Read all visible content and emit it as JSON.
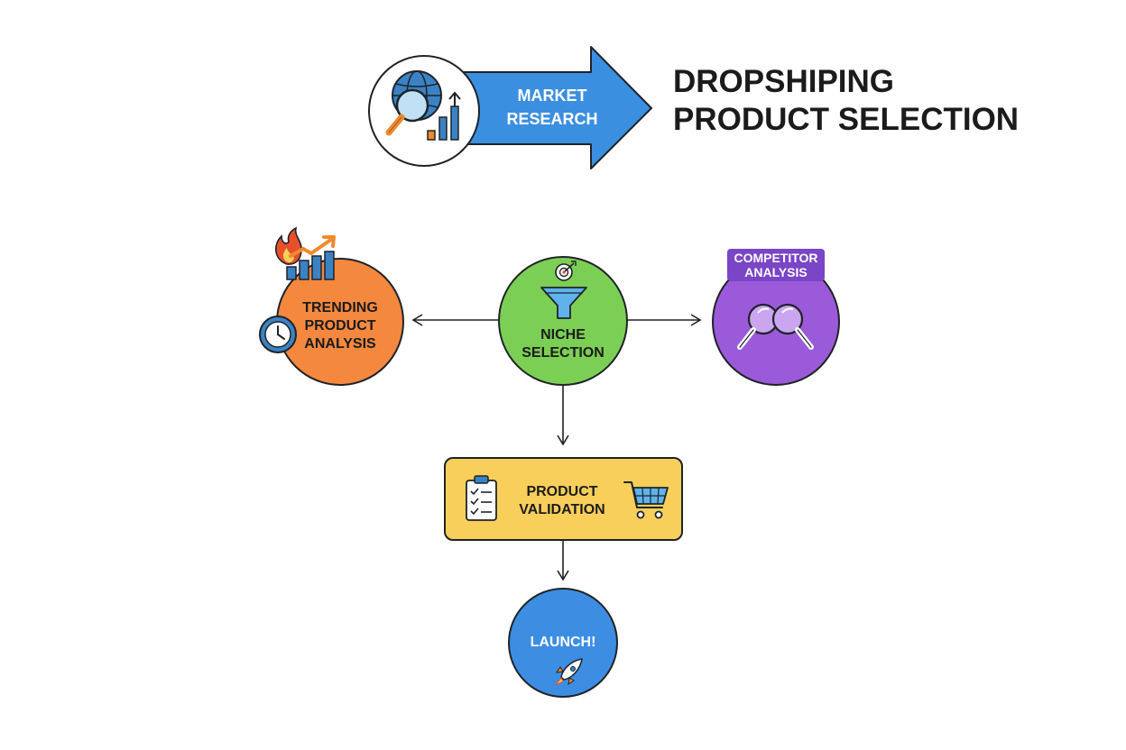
{
  "title": {
    "line1": "DROPSHIPING",
    "line2": "PRODUCT SELECTION"
  },
  "nodes": {
    "market_research": {
      "line1": "MARKET",
      "line2": "RESEARCH",
      "color": "#3b8fe0"
    },
    "trending": {
      "line1": "TRENDING",
      "line2": "PRODUCT",
      "line3": "ANALYSIS",
      "color": "#f5883f"
    },
    "niche": {
      "line1": "NICHE",
      "line2": "SELECTION",
      "color": "#7ccf55"
    },
    "competitor": {
      "line1": "COMPETITOR",
      "line2": "ANALYSIS",
      "color": "#9b5ad9",
      "label_color": "#7a45c6"
    },
    "validation": {
      "line1": "PRODUCT",
      "line2": "VALIDATION",
      "color": "#f9cf5b"
    },
    "launch": {
      "label": "LAUNCH!",
      "color": "#3d8ee2"
    }
  },
  "colors": {
    "outline": "#1f2328",
    "text_dark": "#1b1b1b",
    "text_light": "#ffffff",
    "icon_blue": "#3b82c4",
    "icon_orange": "#f08a2c",
    "flame_red": "#e8502c"
  },
  "icons": {
    "market": "globe-magnifier-growth-icon",
    "trending": "fire-rising-bar-chart-icon",
    "clock": "clock-icon",
    "niche": "funnel-target-icon",
    "competitor": "twin-magnifier-icon",
    "validation_left": "clipboard-checklist-icon",
    "validation_right": "shopping-cart-icon",
    "launch": "rocket-icon"
  }
}
